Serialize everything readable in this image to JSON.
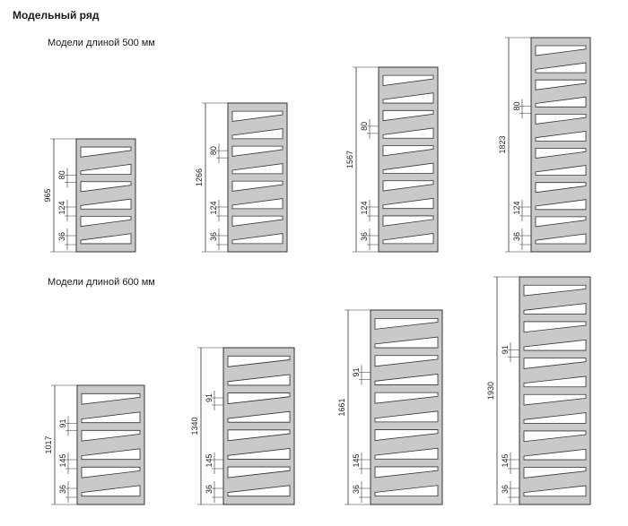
{
  "page": {
    "title": "Модельный ряд"
  },
  "sections": [
    {
      "label": "Модели длиной 500 мм",
      "models": [
        {
          "height": "965",
          "gap_small": "80",
          "gap_large": "124",
          "offset": "36",
          "bars": 6
        },
        {
          "height": "1266",
          "gap_small": "80",
          "gap_large": "124",
          "offset": "36",
          "bars": 8
        },
        {
          "height": "1567",
          "gap_small": "80",
          "gap_large": "124",
          "offset": "36",
          "bars": 10
        },
        {
          "height": "1823",
          "gap_small": "80",
          "gap_large": "124",
          "offset": "36",
          "bars": 12
        }
      ]
    },
    {
      "label": "Модели длиной 600 мм",
      "models": [
        {
          "height": "1017",
          "gap_small": "91",
          "gap_large": "145",
          "offset": "36",
          "bars": 6
        },
        {
          "height": "1340",
          "gap_small": "91",
          "gap_large": "145",
          "offset": "36",
          "bars": 8
        },
        {
          "height": "1661",
          "gap_small": "91",
          "gap_large": "145",
          "offset": "36",
          "bars": 10
        },
        {
          "height": "1930",
          "gap_small": "91",
          "gap_large": "145",
          "offset": "36",
          "bars": 12
        }
      ]
    }
  ],
  "colors": {
    "frame_fill": "#c9c9c9",
    "frame_stroke": "#333333",
    "line": "#333333"
  }
}
